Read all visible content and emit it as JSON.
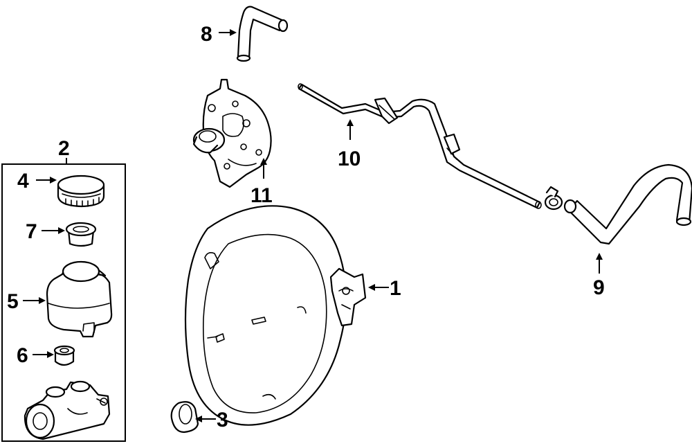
{
  "callouts": {
    "c1": "1",
    "c2": "2",
    "c3": "3",
    "c4": "4",
    "c5": "5",
    "c6": "6",
    "c7": "7",
    "c8": "8",
    "c9": "9",
    "c10": "10",
    "c11": "11"
  },
  "colors": {
    "line": "#000000",
    "fill": "#ffffff"
  }
}
